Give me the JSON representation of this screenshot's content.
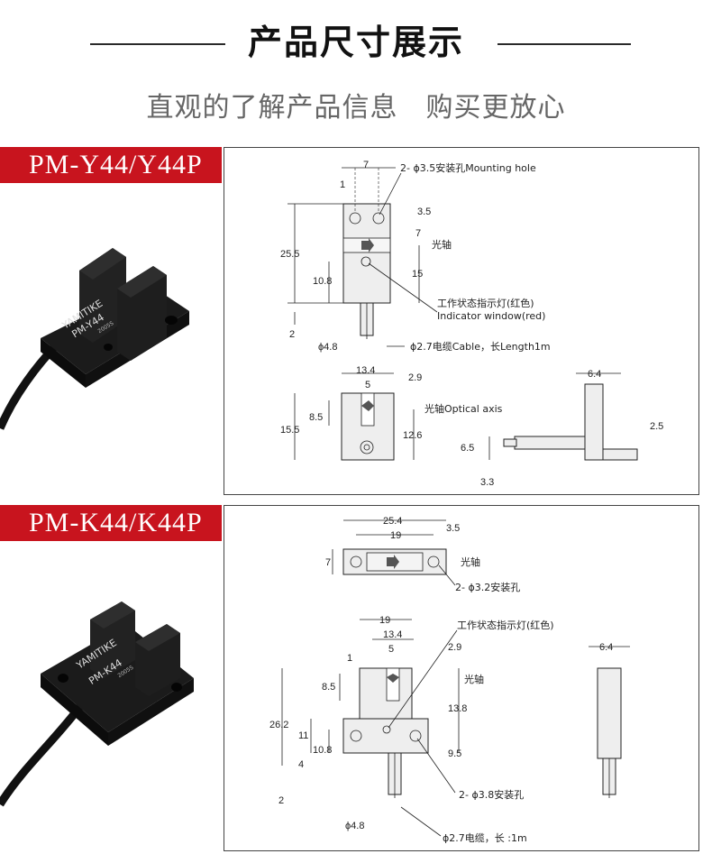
{
  "header": {
    "title": "产品尺寸展示",
    "subtitle": "直观的了解产品信息　购买更放心"
  },
  "products": [
    {
      "model": "PM-Y44/Y44P",
      "photo_brand": "YAMITIKE",
      "photo_model": "PM-Y44",
      "photo_code": "2005S",
      "dims": {
        "d7": "7",
        "d1": "1",
        "hole": "2- ϕ3.5安装孔Mounting hole",
        "d35": "3.5",
        "d7b": "7",
        "axis": "光轴",
        "d255": "25.5",
        "d15": "15",
        "d108": "10.8",
        "d2": "2",
        "ind1": "工作状态指示灯(红色)",
        "ind2": "Indicator window(red)",
        "d48": "ϕ4.8",
        "cable": "ϕ2.7电缆Cable，长Length1m",
        "d134": "13.4",
        "d29": "2.9",
        "d5": "5",
        "d85": "8.5",
        "optical": "光轴Optical axis",
        "d155": "15.5",
        "d126": "12.6",
        "d64": "6.4",
        "d25": "2.5",
        "d65": "6.5",
        "d33": "3.3"
      }
    },
    {
      "model": "PM-K44/K44P",
      "photo_brand": "YAMITIKE",
      "photo_model": "PM-K44",
      "photo_code": "2005S",
      "dims": {
        "d254": "25.4",
        "d35": "3.5",
        "d19": "19",
        "d7": "7",
        "axis": "光轴",
        "hole32": "2- ϕ3.2安装孔",
        "d19b": "19",
        "ind": "工作状态指示灯(红色)",
        "d134": "13.4",
        "d64": "6.4",
        "d1": "1",
        "d5": "5",
        "d29": "2.9",
        "d85": "8.5",
        "axis2": "光轴",
        "d138": "13.8",
        "d262": "26.2",
        "d11": "11",
        "d108": "10.8",
        "d95": "9.5",
        "d4": "4",
        "d2": "2",
        "hole38": "2- ϕ3.8安装孔",
        "d48": "ϕ4.8",
        "cable": "ϕ2.7电缆，长 :1m"
      }
    }
  ]
}
